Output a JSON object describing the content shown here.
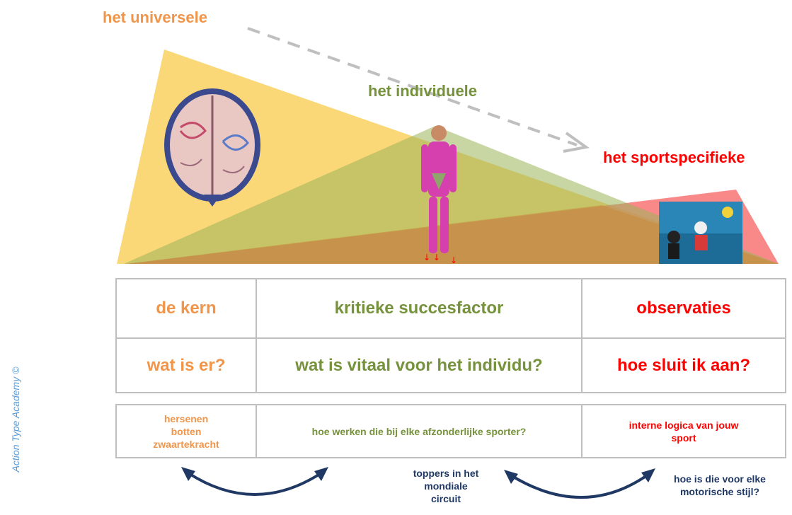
{
  "top": {
    "universal_label": "het universele",
    "individual_label": "het individuele",
    "sport_label": "het sportspecifieke"
  },
  "icons": [
    "brain-icon",
    "human-figure-icon",
    "water-polo-photo"
  ],
  "table": {
    "row1": [
      "de kern",
      "kritieke succesfactor",
      "observaties"
    ],
    "row2": [
      "wat is er?",
      "wat  is vitaal voor het individu?",
      "hoe sluit ik aan?"
    ]
  },
  "lower": {
    "left": [
      "hersenen",
      "botten",
      "zwaartekracht"
    ],
    "middle": "hoe werken die bij elke afzonderlijke sporter?",
    "right": "interne logica van jouw sport"
  },
  "bottom": {
    "toppers": [
      "toppers in het",
      "mondiale",
      "circuit"
    ],
    "stijl": [
      "hoe is die voor elke",
      "motorische stijl?"
    ]
  },
  "side_text": "Action Type Academy ©",
  "colors": {
    "orange": "#f0954a",
    "green": "#76923c",
    "red": "#ff0000",
    "navy": "#1f3864"
  }
}
